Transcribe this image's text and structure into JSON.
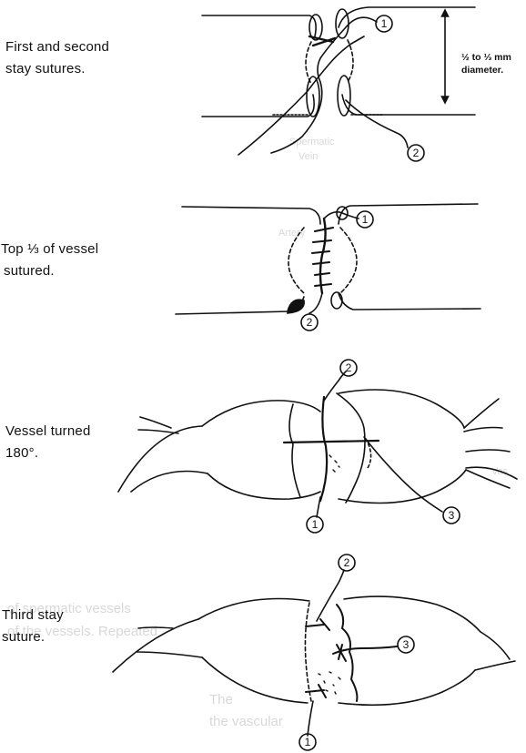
{
  "captions": {
    "stay_sutures": [
      "First and second",
      "stay sutures."
    ],
    "top_third": [
      "Top ⅓ of vessel",
      "sutured."
    ],
    "turned": [
      "Vessel turned",
      "180°."
    ],
    "third_stay": [
      "Third stay",
      "suture."
    ]
  },
  "dimension_note": [
    "½ to ⅓ mm",
    "diameter."
  ],
  "suture_numbers": {
    "panel1": [
      "1",
      "2"
    ],
    "panel2": [
      "1",
      "2"
    ],
    "panel3": [
      "2",
      "1",
      "3"
    ],
    "panel4": [
      "2",
      "3",
      "1"
    ]
  },
  "background_bleed": {
    "words": [
      "Spermatic",
      "Vein",
      "Artery",
      "Vas"
    ],
    "line1": "of spermatic vessels",
    "line2": "of the vessels. Repeated",
    "line3": "The",
    "line4": "the vascular"
  }
}
